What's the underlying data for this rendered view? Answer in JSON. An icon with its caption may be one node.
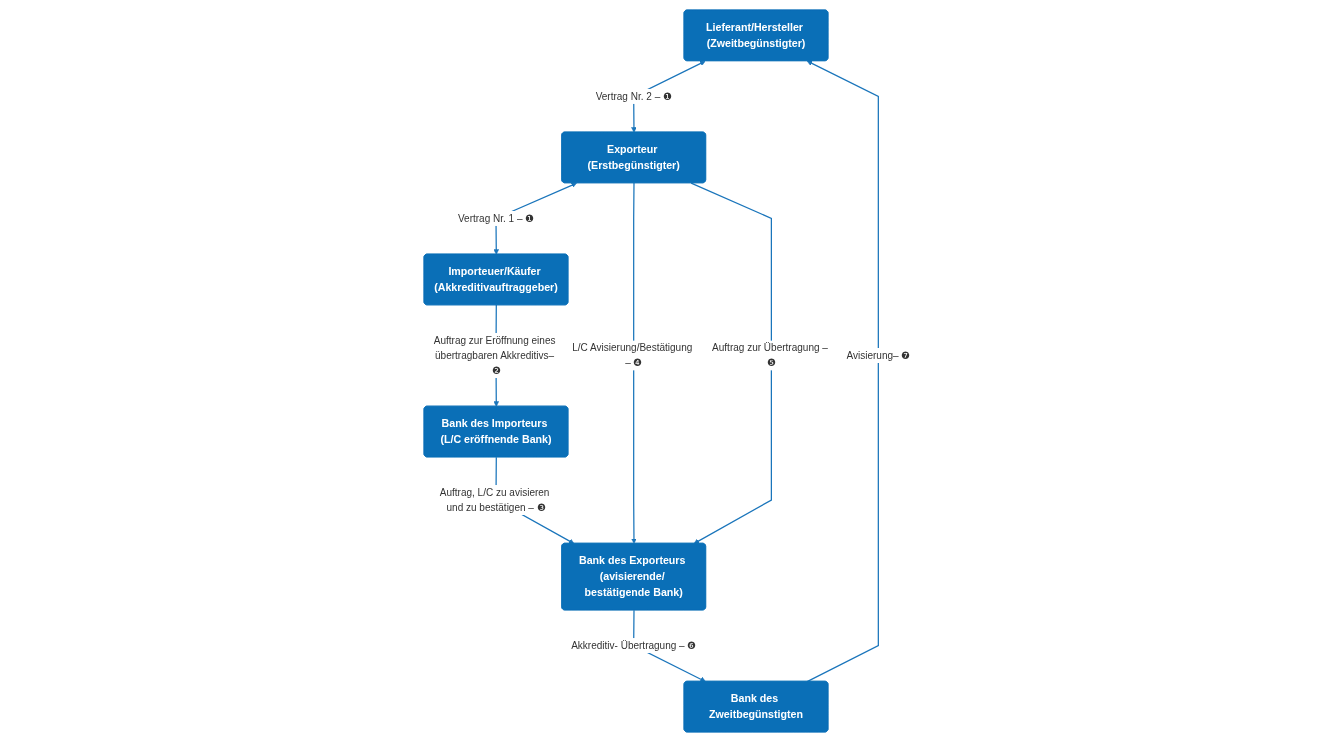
{
  "diagram": {
    "nodes": [
      {
        "text": [
          "Lieferant/Hersteller (Zweitbegünstigter)"
        ]
      },
      {
        "text": [
          "Exporteur (Erstbegünstigter)"
        ]
      },
      {
        "text": [
          "Importeuer/Käufer (Akkreditivauftraggeber)"
        ]
      },
      {
        "text": [
          "Bank des Zweitbegünstigten"
        ]
      },
      {
        "text": [
          "Bank des Exporteurs (avisierende/ bestätigende Bank)"
        ]
      },
      {
        "text": [
          "Bank des Importeurs (L/C eröffnende Bank)"
        ]
      }
    ],
    "edges": [
      {
        "from": 0,
        "to": 1,
        "arrow": "both",
        "label": "Vertrag Nr. 2 – ❶"
      },
      {
        "from": 1,
        "to": 2,
        "arrow": "both",
        "label": "Vertrag Nr. 1 – ❶"
      },
      {
        "from": 2,
        "to": 5,
        "arrow": "to",
        "label": "Auftrag zur Eröffnung eines übertragbaren Akkreditivs– ❷"
      },
      {
        "from": 5,
        "to": 4,
        "arrow": "to",
        "label": "Auftrag, L/C zu avisieren und zu bestätigen – ❸"
      },
      {
        "from": 1,
        "to": 4,
        "arrow": "to",
        "label": "L/C Avisierung/Bestätigung – ❹"
      },
      {
        "from": 1,
        "to": 4,
        "arrow": "to",
        "label": "Auftrag zur Übertragung – ❺"
      },
      {
        "from": 4,
        "to": 3,
        "arrow": "to",
        "label": "Akkreditiv- Übertragung – ❻"
      },
      {
        "from": 3,
        "to": 0,
        "arrow": "to",
        "label": "Avisierung– ❼"
      }
    ]
  }
}
